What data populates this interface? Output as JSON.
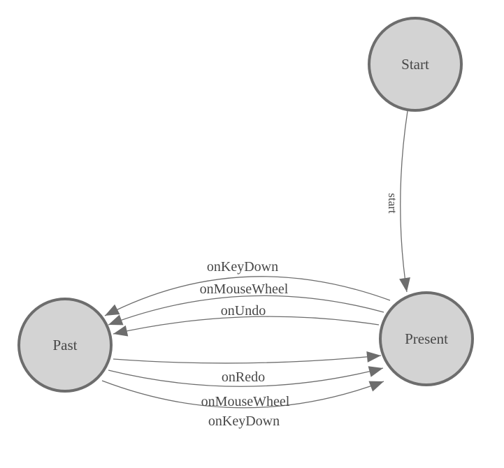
{
  "colors": {
    "background": "#ffffff",
    "node_fill": "#d3d3d3",
    "node_border": "#6d6d6d",
    "edge_stroke": "#6d6d6d",
    "arrow_fill": "#6d6d6d",
    "label_text": "#474747"
  },
  "nodes": {
    "start": {
      "label": "Start"
    },
    "present": {
      "label": "Present"
    },
    "past": {
      "label": "Past"
    }
  },
  "edges": {
    "start_to_present": {
      "label": "start"
    },
    "present_to_past": [
      {
        "label": "onKeyDown"
      },
      {
        "label": "onMouseWheel"
      },
      {
        "label": "onUndo"
      }
    ],
    "past_to_present": [
      {
        "label": "onRedo"
      },
      {
        "label": "onMouseWheel"
      },
      {
        "label": "onKeyDown"
      }
    ]
  }
}
